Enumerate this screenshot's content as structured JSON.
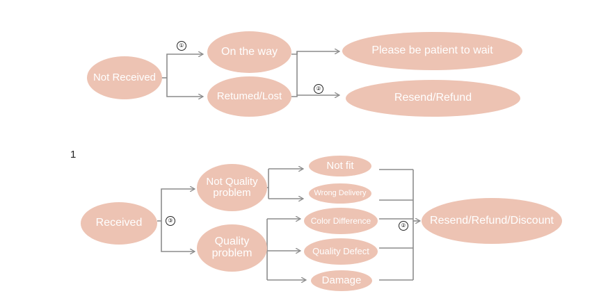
{
  "colors": {
    "node_fill": "#EDC3B3",
    "node_text": "#FFFFFF",
    "connector": "#8C8C8C"
  },
  "flow_top": {
    "root": "Not Received",
    "branches": [
      "On the way",
      "Retumed/Lost"
    ],
    "outcomes": [
      "Please be patient to wait",
      "Resend/Refund"
    ],
    "badges": [
      "①",
      "②"
    ]
  },
  "stray_mark": "1",
  "flow_bottom": {
    "root": "Received",
    "branches": [
      "Not Quality problem",
      "Quality problem"
    ],
    "issues": [
      "Not fit",
      "Wrong Delivery",
      "Color Difference",
      "Quality Defect",
      "Damage"
    ],
    "outcome": "Resend/Refund/Discount",
    "badges": [
      "③",
      "②"
    ]
  }
}
